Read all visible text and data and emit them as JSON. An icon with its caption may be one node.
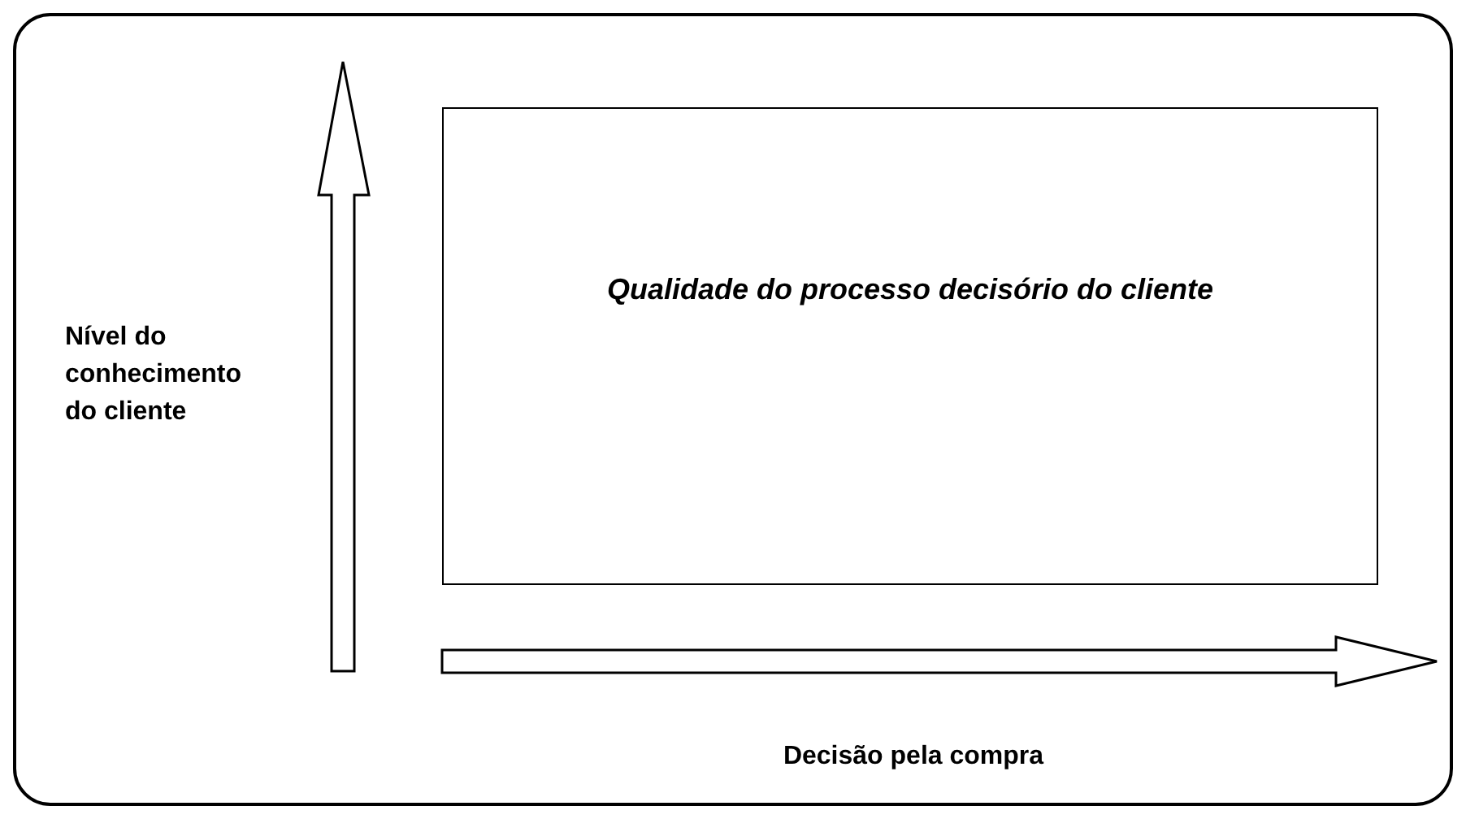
{
  "diagram": {
    "nodes": [
      {
        "text": [
          "Qualidade do processo decisório do cliente"
        ]
      }
    ],
    "labels": [
      "Nível do conhecimento do cliente",
      "Decisão pela compra"
    ]
  }
}
